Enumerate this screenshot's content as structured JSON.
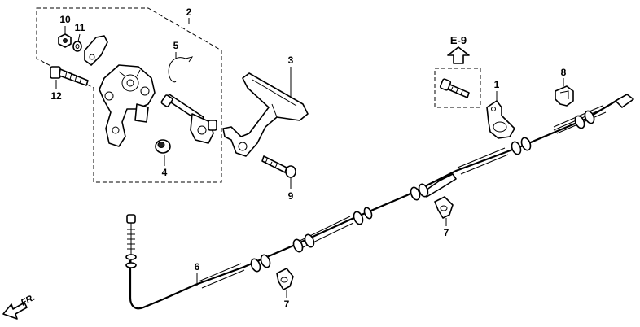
{
  "diagram": {
    "callouts": [
      {
        "id": "p1",
        "label": "1"
      },
      {
        "id": "p2",
        "label": "2"
      },
      {
        "id": "p3",
        "label": "3"
      },
      {
        "id": "p4",
        "label": "4"
      },
      {
        "id": "p5",
        "label": "5"
      },
      {
        "id": "p6",
        "label": "6"
      },
      {
        "id": "p7a",
        "label": "7"
      },
      {
        "id": "p7b",
        "label": "7"
      },
      {
        "id": "p8",
        "label": "8"
      },
      {
        "id": "p9",
        "label": "9"
      },
      {
        "id": "p10",
        "label": "10"
      },
      {
        "id": "p11",
        "label": "11"
      },
      {
        "id": "p12",
        "label": "12"
      }
    ],
    "reference": "E-9",
    "direction": "FR."
  }
}
